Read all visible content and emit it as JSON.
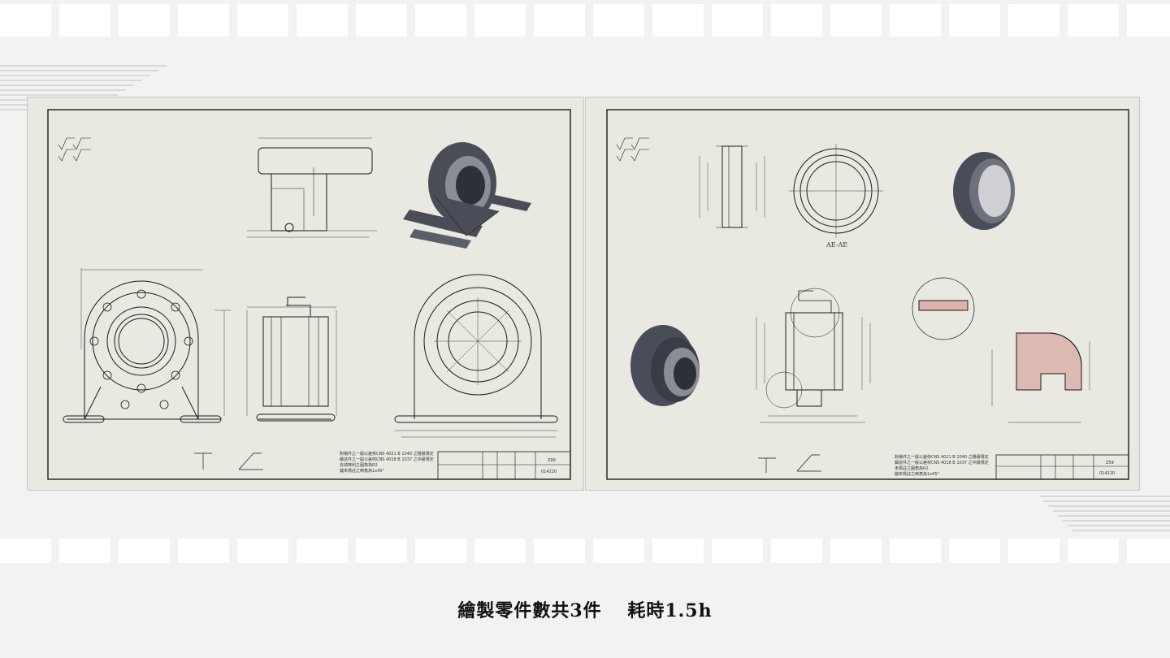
{
  "caption": "繪製零件數共3件　 耗時1.5h",
  "drawings": {
    "right_section_label": "AE-AE",
    "left_table_code": "Z99",
    "left_table_num": "014220",
    "right_table_code": "Z59",
    "right_table_num": "014220"
  },
  "colors": {
    "background": "#f2f2f2",
    "sheet": "#e9e8e1",
    "line": "#1a1a1a",
    "part_fill": "#4a4d57"
  }
}
